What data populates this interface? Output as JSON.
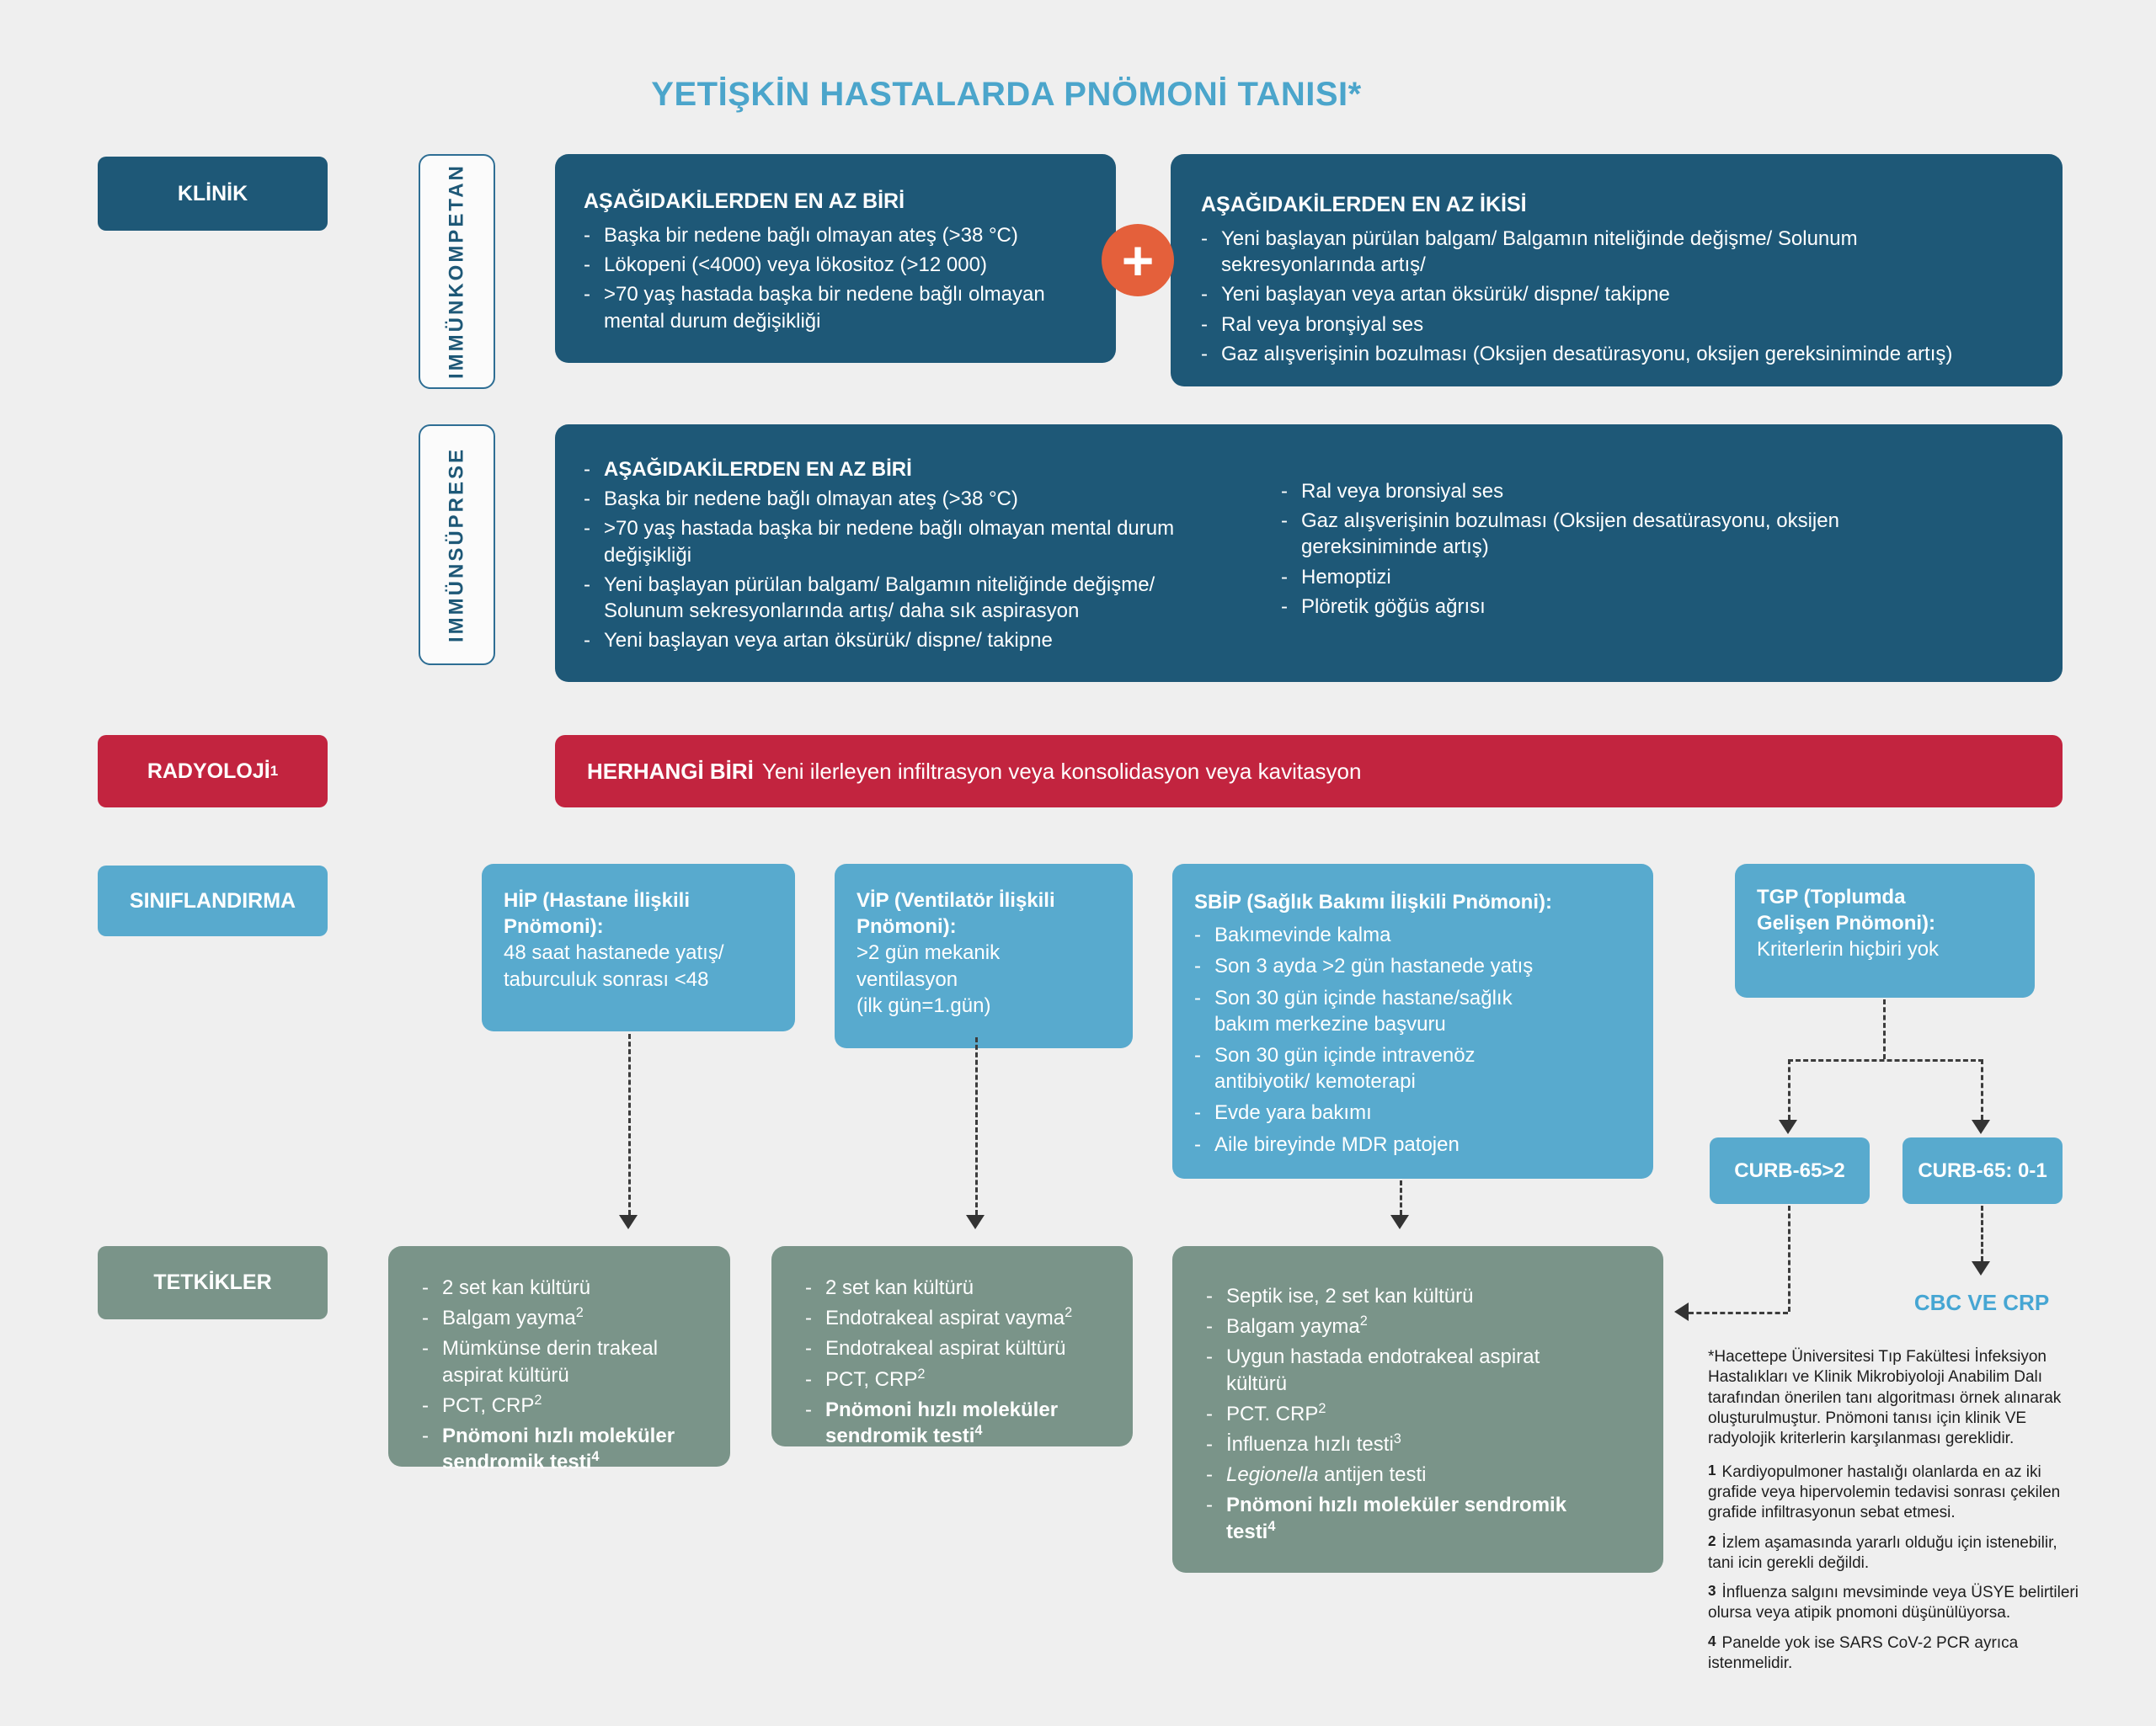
{
  "title": "YETİŞKİN HASTALARDA PNÖMONİ TANISI*",
  "colors": {
    "dark_blue": "#1E5877",
    "light_blue": "#58AACE",
    "red": "#C2243F",
    "sage_green": "#7A9489",
    "orange": "#E4603B",
    "title_blue": "#4BA5CB",
    "cbc_blue": "#46A6D3",
    "background": "#EFEFEF"
  },
  "labels": {
    "klinik": "KLİNİK",
    "radyoloji": "RADYOLOJİ",
    "radyoloji_sup": "1",
    "siniflandirma": "SINIFLANDIRMA",
    "tetkikler": "TETKİKLER",
    "immunkompetan": "IMMÜNKOMPETAN",
    "immunsuprese": "IMMÜNSÜPRESE"
  },
  "klinik": {
    "plus": "+",
    "box1": {
      "heading": "AŞAĞIDAKİLERDEN EN AZ BİRİ",
      "items": [
        {
          "text": "Başka bir nedene bağlı olmayan ateş (>38 °C)"
        },
        {
          "text": "Lökopeni (<4000) veya lökositoz (>12 000)"
        },
        {
          "text": ">70 yaş hastada başka bir nedene bağlı olmayan\nmental durum değişikliği"
        }
      ]
    },
    "box2": {
      "heading": "AŞAĞIDAKİLERDEN EN AZ İKİSİ",
      "items": [
        {
          "text": "Yeni başlayan pürülan balgam/ Balgamın niteliğinde değişme/ Solunum\nsekresyonlarında artış/"
        },
        {
          "text": "Yeni başlayan veya artan öksürük/ dispne/ takipne"
        },
        {
          "text": "Ral veya bronşiyal ses"
        },
        {
          "text": "Gaz alışverişinin bozulması (Oksijen desatürasyonu, oksijen gereksiniminde artış)"
        }
      ]
    },
    "box3": {
      "left_items": [
        {
          "text": "AŞAĞIDAKİLERDEN EN AZ BİRİ",
          "bold": true
        },
        {
          "text": "Başka bir nedene bağlı olmayan ateş (>38 °C)"
        },
        {
          "text": ">70 yaş hastada başka bir nedene bağlı olmayan mental durum\ndeğişikliği"
        },
        {
          "text": "Yeni başlayan pürülan balgam/ Balgamın niteliğinde değişme/\nSolunum sekresyonlarında artış/ daha sık aspirasyon"
        },
        {
          "text": "Yeni başlayan veya artan öksürük/ dispne/ takipne"
        }
      ],
      "right_items": [
        {
          "text": "Ral veya bronsiyal ses"
        },
        {
          "text": "Gaz alışverişinin bozulması (Oksijen desatürasyonu, oksijen\ngereksiniminde artış)"
        },
        {
          "text": "Hemoptizi"
        },
        {
          "text": "Plöretik göğüs ağrısı"
        }
      ]
    }
  },
  "radyoloji": {
    "bold": "HERHANGİ BİRİ",
    "text": "Yeni ilerleyen infiltrasyon veya konsolidasyon veya kavitasyon"
  },
  "siniflandirma": {
    "hip": {
      "title": "HİP (Hastane İlişkili\nPnömoni):",
      "body": "48 saat hastanede yatış/\ntaburculuk sonrası <48"
    },
    "vip": {
      "title": "VİP (Ventilatör İlişkili\nPnömoni):",
      "body": ">2 gün mekanik\nventilasyon\n(ilk gün=1.gün)"
    },
    "sbip": {
      "title": "SBİP (Sağlık Bakımı İlişkili Pnömoni):",
      "items": [
        {
          "text": "Bakımevinde kalma"
        },
        {
          "text": "Son 3 ayda >2 gün hastanede yatış"
        },
        {
          "text": "Son 30 gün içinde hastane/sağlık\nbakım merkezine başvuru"
        },
        {
          "text": "Son 30 gün içinde intravenöz\nantibiyotik/ kemoterapi"
        },
        {
          "text": "Evde yara bakımı"
        },
        {
          "text": "Aile bireyinde MDR patojen"
        }
      ]
    },
    "tgp": {
      "title": "TGP (Toplumda\nGelişen Pnömoni):",
      "body": "Kriterlerin hiçbiri yok"
    },
    "curb_high": "CURB-65>2",
    "curb_low": "CURB-65: 0-1"
  },
  "tetkikler": {
    "box_hip": {
      "items": [
        {
          "text": "2 set kan kültürü"
        },
        {
          "text": "Balgam yayma",
          "sup": "2"
        },
        {
          "text": "Mümkünse derin trakeal\naspirat kültürü"
        },
        {
          "text": "PCT, CRP",
          "sup": "2"
        },
        {
          "text": "Pnömoni hızlı moleküler\nsendromik testi",
          "sup": "4",
          "bold": true
        }
      ]
    },
    "box_vip": {
      "items": [
        {
          "text": "2 set kan kültürü"
        },
        {
          "text": "Endotrakeal aspirat vayma",
          "sup": "2"
        },
        {
          "text": "Endotrakeal aspirat kültürü"
        },
        {
          "text": "PCT, CRP",
          "sup": "2"
        },
        {
          "text": "Pnömoni hızlı moleküler\nsendromik testi",
          "sup": "4",
          "bold": true
        }
      ]
    },
    "box_sbip": {
      "items": [
        {
          "text": "Septik ise, 2 set kan kültürü"
        },
        {
          "text": "Balgam yayma",
          "sup": "2"
        },
        {
          "text": "Uygun hastada endotrakeal aspirat\nkültürü"
        },
        {
          "text": "PCT. CRP",
          "sup": "2"
        },
        {
          "text": "İnfluenza hızlı testi",
          "sup": "3"
        },
        {
          "text": "antijen testi",
          "italic_lead": "Legionella"
        },
        {
          "text": "Pnömoni hızlı moleküler sendromik\ntesti",
          "sup": "4",
          "bold": true
        }
      ]
    },
    "cbc_label": "CBC VE CRP"
  },
  "footnotes": {
    "star": "*Hacettepe Üniversitesi Tıp Fakültesi İnfeksiyon Hastalıkları ve Klinik Mikrobiyoloji Anabilim Dalı tarafından önerilen tanı algoritması örnek alınarak oluşturulmuştur. Pnömoni tanısı için klinik VE radyolojik kriterlerin karşılanması gereklidir.",
    "notes": [
      {
        "num": "1",
        "text": "Kardiyopulmoner hastalığı olanlarda en az iki grafide veya hipervolemin tedavisi sonrası çekilen grafide infiltrasyonun sebat etmesi."
      },
      {
        "num": "2",
        "text": "İzlem aşamasında yararlı olduğu için istenebilir, tani icin gerekli değildi."
      },
      {
        "num": "3",
        "text": "İnfluenza salgını mevsiminde veya ÜSYE belirtileri olursa veya atipik pnomoni düşünülüyorsa."
      },
      {
        "num": "4",
        "text": "Panelde yok ise SARS CoV-2 PCR ayrıca istenmelidir."
      }
    ]
  }
}
